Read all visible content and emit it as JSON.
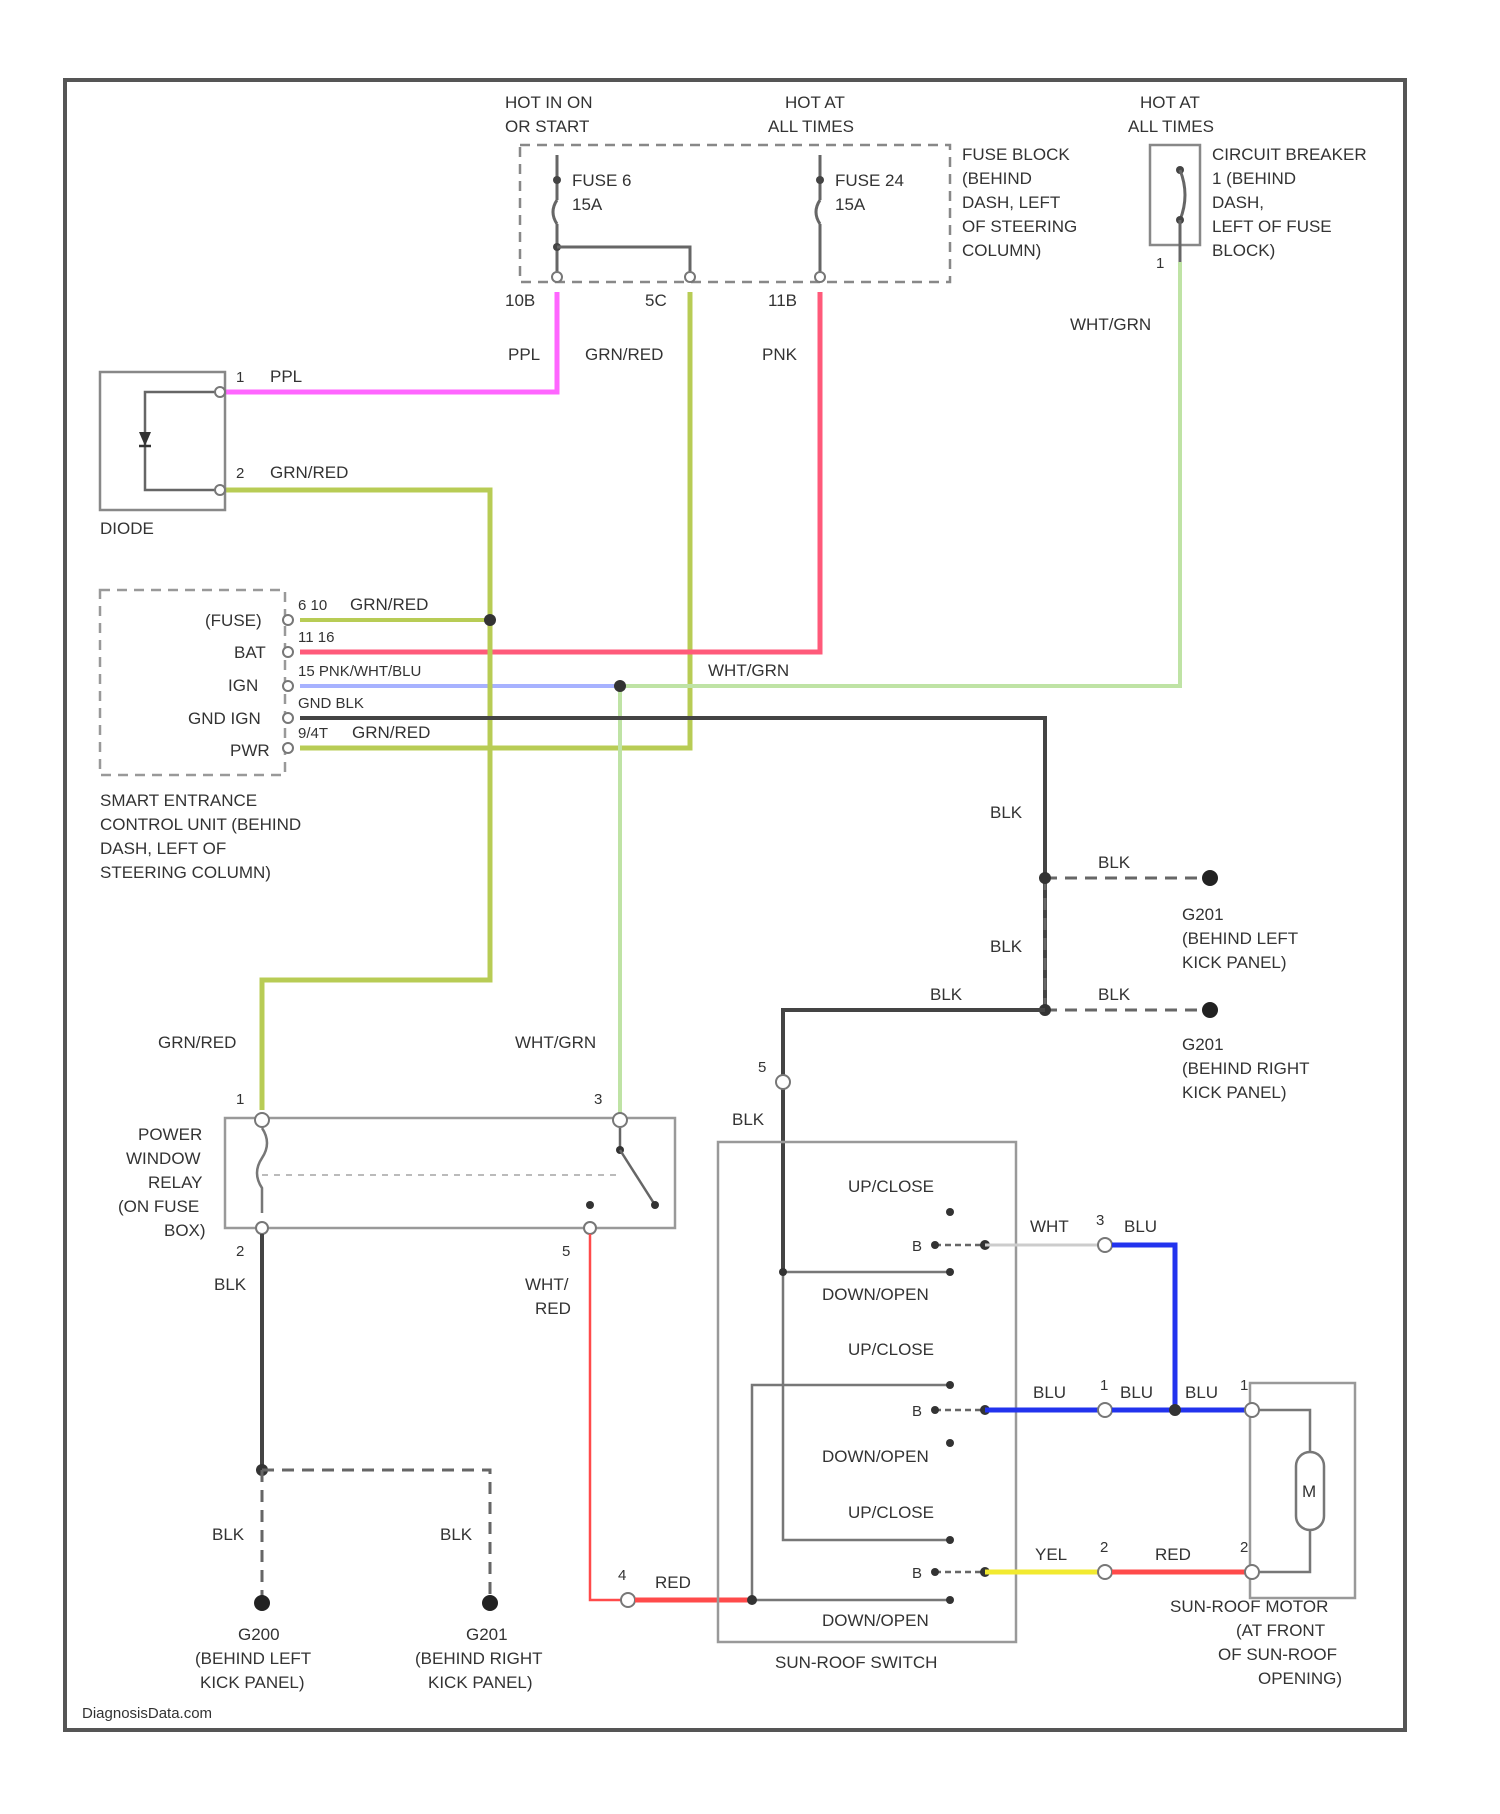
{
  "colors": {
    "ppl": "#ff66ff",
    "grn_red": "#b8cc55",
    "pnk": "#ff5a7a",
    "wht_grn": "#bfe3a5",
    "blk": "#444444",
    "blu": "#2233ee",
    "yel": "#f2ea30",
    "red": "#ff4a4a",
    "wht": "#cccccc",
    "pnk_wht_blu": "#a7b2ff",
    "outline": "#666666",
    "dashed": "#888888"
  },
  "labels": {
    "hot_in_on_start": [
      "HOT IN ON",
      "OR START"
    ],
    "hot_at_all_times_1": [
      "HOT AT",
      "ALL TIMES"
    ],
    "hot_at_all_times_2": [
      "HOT AT",
      "ALL TIMES"
    ],
    "fuse_block": [
      "FUSE BLOCK",
      "(BEHIND",
      "DASH, LEFT",
      "OF STEERING",
      "COLUMN)"
    ],
    "fuse_6": [
      "FUSE 6",
      "15A"
    ],
    "fuse_24": [
      "FUSE 24",
      "15A"
    ],
    "circuit_breaker": [
      "CIRCUIT BREAKER",
      "1 (BEHIND",
      "DASH,",
      "LEFT OF FUSE",
      "BLOCK)"
    ],
    "pin_10b": "10B",
    "pin_5c": "5C",
    "pin_11b": "11B",
    "diode": "DIODE",
    "diode_pin1": "1",
    "diode_pin2": "2",
    "smart_entrance": [
      "SMART ENTRANCE",
      "CONTROL UNIT (BEHIND",
      "DASH, LEFT OF",
      "STEERING COLUMN)"
    ],
    "ecu_fuse": "(FUSE)",
    "ecu_bat": "BAT",
    "ecu_ign": "IGN",
    "ecu_gnd": "GND IGN",
    "ecu_pwr": "PWR",
    "ecu_pin_fuse": "6 10",
    "ecu_pin_bat": "11 16",
    "ecu_pin_ign": "15 PNK/WHT/BLU",
    "ecu_pin_gnd": "GND BLK",
    "ecu_pin_pwr": "9/4T",
    "power_window_relay": [
      "POWER",
      "WINDOW",
      "RELAY",
      "(ON FUSE",
      "BOX)"
    ],
    "relay_pin1": "1",
    "relay_pin2": "2",
    "relay_pin3": "3",
    "relay_pin5": "5",
    "g201_left": [
      "G201",
      "(BEHIND LEFT",
      "KICK PANEL)"
    ],
    "g201_right": [
      "G201",
      "(BEHIND RIGHT",
      "KICK PANEL)"
    ],
    "g200_left": [
      "G200",
      "(BEHIND LEFT",
      "KICK PANEL)"
    ],
    "g201_right_bottom": [
      "G201",
      "(BEHIND RIGHT",
      "KICK PANEL)"
    ],
    "sunroof_switch": "SUN-ROOF SWITCH",
    "switch_upclose": "UP/CLOSE",
    "switch_downopen": "DOWN/OPEN",
    "switch_pin_b": "B",
    "sunroof_motor": [
      "SUN-ROOF MOTOR",
      "(AT FRONT",
      "OF SUN-ROOF",
      "OPENING)"
    ],
    "motor_m": "M",
    "wire_ppl": "PPL",
    "wire_ppl_short": "PPL",
    "wire_grn_red": "GRN/RED",
    "wire_pnk": "PNK",
    "wire_wht_grn": "WHT/GRN",
    "wire_blk": "BLK",
    "wire_blu": "BLU",
    "wire_wht": "WHT",
    "wire_red": "RED",
    "wire_yel": "YEL",
    "wire_wht_red": [
      "WHT/",
      "RED"
    ],
    "pin_1": "1",
    "pin_2": "2",
    "pin_3": "3",
    "pin_4": "4",
    "pin_5": "5",
    "watermark": "DiagnosisData.com"
  }
}
